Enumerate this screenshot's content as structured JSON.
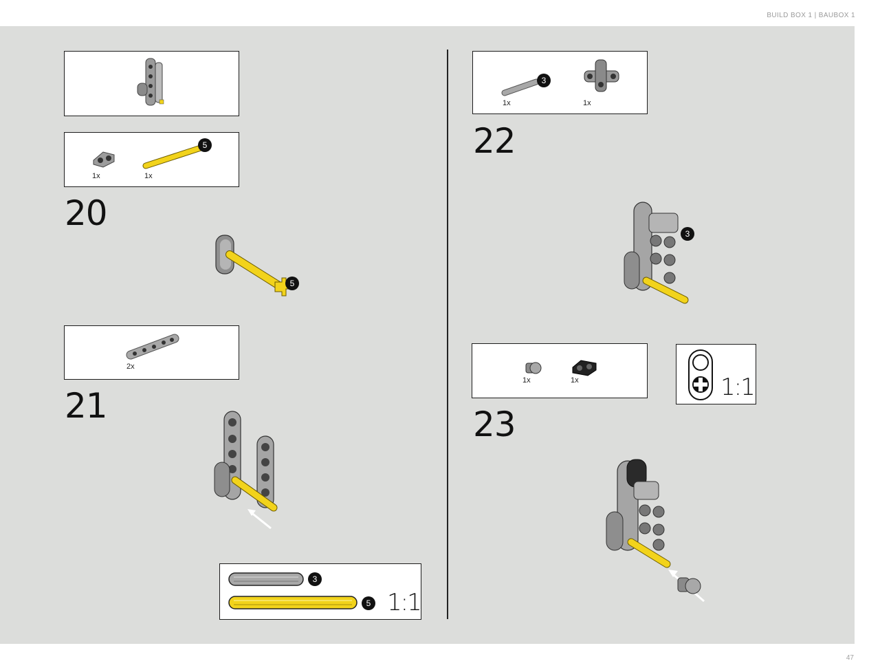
{
  "header": {
    "text": "BUILD BOX 1  |  BAUBOX 1"
  },
  "footer": {
    "page_number": "47"
  },
  "steps": {
    "s20": {
      "number": "20",
      "parts": [
        {
          "icon": "pin-connector-icon",
          "qty": "1x"
        },
        {
          "icon": "yellow-axle-5-icon",
          "qty": "1x",
          "badge": "5"
        }
      ],
      "callout_badge": "5"
    },
    "s21": {
      "number": "21",
      "parts": [
        {
          "icon": "beam-5-icon",
          "qty": "2x"
        }
      ]
    },
    "s22": {
      "number": "22",
      "parts": [
        {
          "icon": "grey-axle-3-icon",
          "qty": "1x",
          "badge": "3"
        },
        {
          "icon": "cross-block-icon",
          "qty": "1x"
        }
      ],
      "callout_badge": "3"
    },
    "s23": {
      "number": "23",
      "parts": [
        {
          "icon": "bush-icon",
          "qty": "1x"
        },
        {
          "icon": "black-connector-icon",
          "qty": "1x"
        }
      ]
    }
  },
  "scale_ruler_axles": {
    "grey_badge": "3",
    "yellow_badge": "5",
    "scale": "1:1"
  },
  "scale_ruler_beam": {
    "scale": "1:1"
  },
  "colors": {
    "yellow": "#f2d31b",
    "grey": "#a8a8a8",
    "dark": "#111111"
  }
}
